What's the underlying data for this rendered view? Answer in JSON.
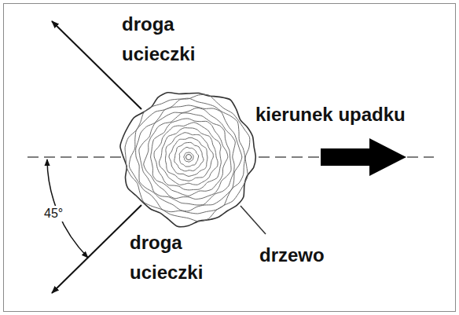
{
  "diagram": {
    "labels": [
      "droga ucieczki",
      "kierunek upadku",
      "droga ucieczki",
      "drzewo",
      "45°"
    ]
  }
}
